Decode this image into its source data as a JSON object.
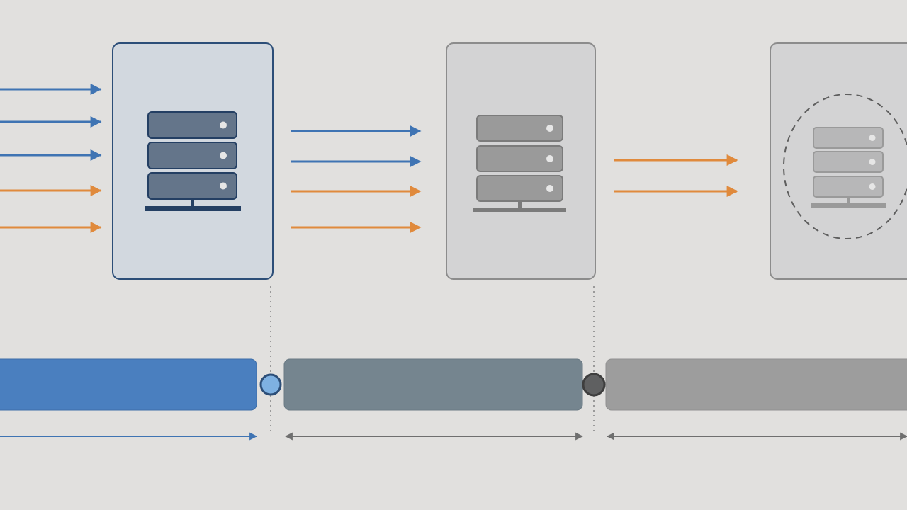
{
  "colors": {
    "background": "#e1e0de",
    "blue": "#3f74b3",
    "orange": "#e08a3c",
    "active_card_fill": "#d2d8df",
    "active_card_stroke": "#2c4e78",
    "card_fill": "#d3d3d4",
    "card_stroke": "#8c8c8c",
    "server_dark_fill": "#64758a",
    "server_dark_stroke": "#243f63",
    "server_dark_base": "#243f63",
    "server_mid_fill": "#9a9a9a",
    "server_mid_stroke": "#7b7b7b",
    "server_light_fill": "#b7b7b8",
    "server_light_stroke": "#9a9a9a",
    "bar_active": "#4a7fbf",
    "bar_mid": "#75858f",
    "bar_light": "#9d9d9d",
    "node_active": "#7eb1e2",
    "node_inactive": "#5f6061",
    "duration_active": "#3f74b3",
    "duration_inactive": "#6f6f6f"
  },
  "stages": [
    {
      "name": "stage-1",
      "state": "active",
      "incoming_flows": [
        "blue",
        "blue",
        "blue",
        "orange",
        "orange"
      ],
      "server_icon": "server-rack-icon"
    },
    {
      "name": "stage-2",
      "state": "idle",
      "incoming_flows": [
        "blue",
        "blue",
        "orange",
        "orange"
      ],
      "server_icon": "server-rack-icon"
    },
    {
      "name": "stage-3",
      "state": "faded",
      "incoming_flows": [
        "orange",
        "orange"
      ],
      "server_icon": "server-rack-icon",
      "dashed_boundary": true
    }
  ],
  "timeline": {
    "segments": [
      "active",
      "mid",
      "light"
    ],
    "nodes": [
      "active",
      "inactive"
    ]
  }
}
